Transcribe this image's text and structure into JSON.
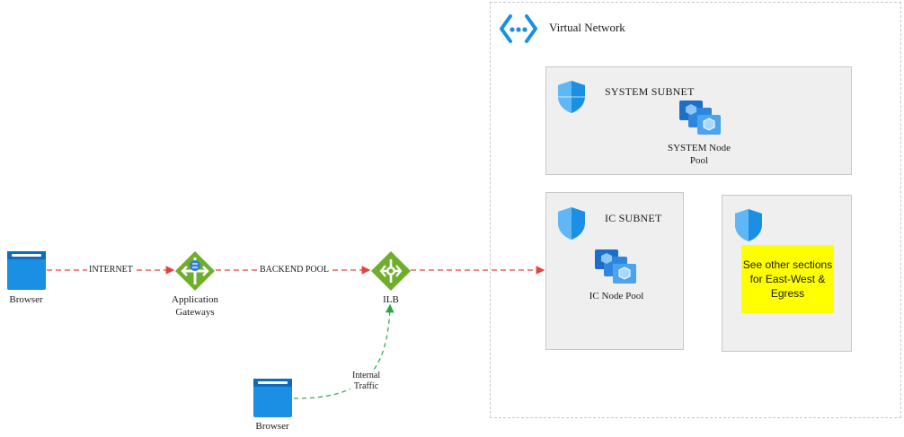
{
  "vnet": {
    "title": "Virtual Network"
  },
  "system_subnet": {
    "title": "SYSTEM SUBNET",
    "node_pool_label": "SYSTEM Node\nPool"
  },
  "ic_subnet": {
    "title": "IC SUBNET",
    "node_pool_label": "IC Node Pool"
  },
  "other_box": {
    "note": "See other sections for East-West & Egress"
  },
  "nodes": {
    "browser_main": "Browser",
    "app_gateway": "Application\nGateways",
    "ilb": "ILB",
    "browser_internal": "Browser"
  },
  "edges": {
    "internet": "INTERNET",
    "backend_pool": "BACKEND POOL",
    "internal_traffic": "Internal\nTraffic"
  },
  "colors": {
    "red_dash": "#e8403a",
    "green_dash": "#27a844",
    "azure_blue": "#1a8fe3",
    "gateway_green": "#6fae2a",
    "note_yellow": "#ffff00"
  }
}
